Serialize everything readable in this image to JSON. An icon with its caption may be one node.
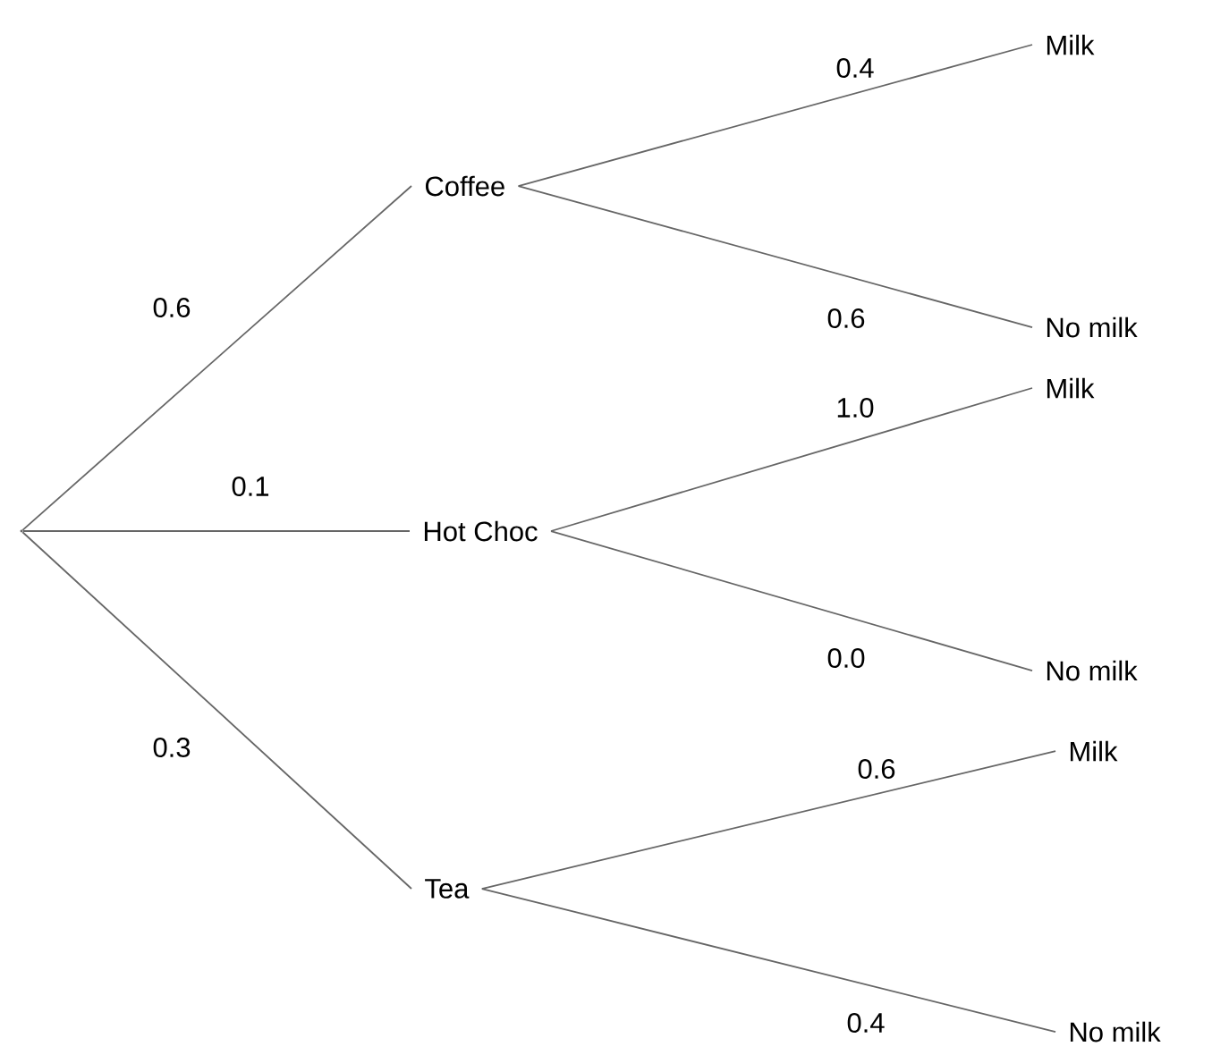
{
  "diagram": {
    "nodes": [
      {
        "text": [],
        "shape": "point"
      },
      {
        "text": [
          "Coffee"
        ]
      },
      {
        "text": [
          "Hot Choc"
        ]
      },
      {
        "text": [
          "Tea"
        ]
      },
      {
        "text": [
          "Milk"
        ]
      },
      {
        "text": [
          "No milk"
        ]
      },
      {
        "text": [
          "Milk"
        ]
      },
      {
        "text": [
          "No milk"
        ]
      },
      {
        "text": [
          "Milk"
        ]
      },
      {
        "text": [
          "No milk"
        ]
      }
    ],
    "edges": [
      {
        "from": 0,
        "to": 1,
        "arrow": "none",
        "label": "0.6"
      },
      {
        "from": 0,
        "to": 2,
        "arrow": "none",
        "label": "0.1"
      },
      {
        "from": 0,
        "to": 3,
        "arrow": "none",
        "label": "0.3"
      },
      {
        "from": 1,
        "to": 4,
        "arrow": "none",
        "label": "0.4"
      },
      {
        "from": 1,
        "to": 5,
        "arrow": "none",
        "label": "0.6"
      },
      {
        "from": 2,
        "to": 6,
        "arrow": "none",
        "label": "1.0"
      },
      {
        "from": 2,
        "to": 7,
        "arrow": "none",
        "label": "0.0"
      },
      {
        "from": 3,
        "to": 8,
        "arrow": "none",
        "label": "0.6"
      },
      {
        "from": 3,
        "to": 9,
        "arrow": "none",
        "label": "0.4"
      }
    ]
  }
}
